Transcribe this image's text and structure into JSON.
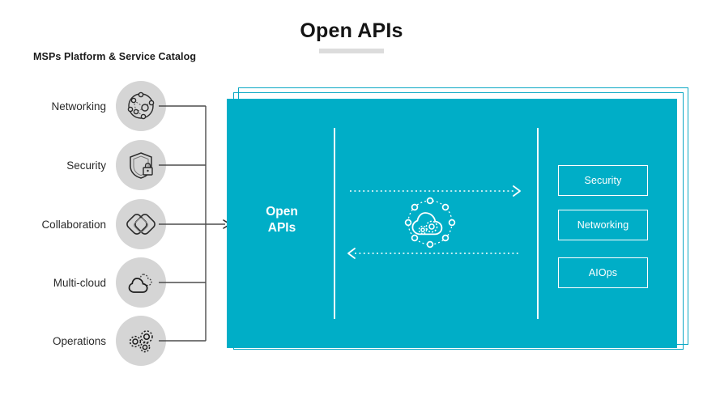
{
  "header": {
    "title": "Open APIs"
  },
  "catalog": {
    "heading": "MSPs Platform & Service Catalog",
    "items": [
      {
        "label": "Networking",
        "icon": "network-nodes-icon"
      },
      {
        "label": "Security",
        "icon": "shield-lock-icon"
      },
      {
        "label": "Collaboration",
        "icon": "overlapping-diamonds-icon"
      },
      {
        "label": "Multi-cloud",
        "icon": "two-clouds-icon"
      },
      {
        "label": "Operations",
        "icon": "gears-icon"
      }
    ]
  },
  "panel": {
    "open_apis_line1": "Open",
    "open_apis_line2": "APIs",
    "center_icon": "cloud-gears-network-icon",
    "arrows": [
      {
        "name": "flow-arrow-right",
        "direction": "right"
      },
      {
        "name": "flow-arrow-left",
        "direction": "left"
      }
    ],
    "services": [
      {
        "label": "Security"
      },
      {
        "label": "Networking"
      },
      {
        "label": "AIOps"
      }
    ]
  },
  "colors": {
    "panel_teal": "#00aec7",
    "frame_teal": "#0aa8c4",
    "icon_bubble_gray": "#d5d5d5",
    "title_rule_gray": "#dcdcdc",
    "connector_gray": "#4d4d4d",
    "text_dark": "#141414",
    "white": "#ffffff"
  }
}
